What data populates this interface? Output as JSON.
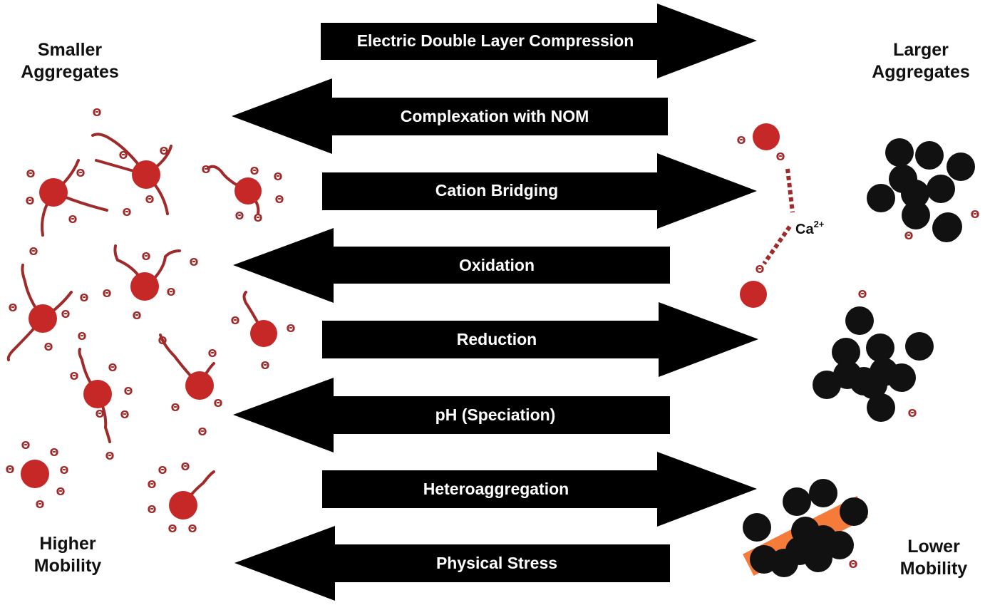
{
  "corners": {
    "top_left": [
      "Smaller",
      "Aggregates"
    ],
    "top_right": [
      "Larger",
      "Aggregates"
    ],
    "bottom_left": [
      "Higher",
      "Mobility"
    ],
    "bottom_right": [
      "Lower",
      "Mobility"
    ]
  },
  "processes": [
    {
      "label": "Electric Double Layer Compression",
      "direction": "right"
    },
    {
      "label": "Complexation with NOM",
      "direction": "left"
    },
    {
      "label": "Cation Bridging",
      "direction": "right"
    },
    {
      "label": "Oxidation",
      "direction": "left"
    },
    {
      "label": "Reduction",
      "direction": "right"
    },
    {
      "label": "pH (Speciation)",
      "direction": "left"
    },
    {
      "label": "Heteroaggregation",
      "direction": "right"
    },
    {
      "label": "Physical Stress",
      "direction": "left"
    }
  ],
  "symbols": {
    "negative_charge": "Θ",
    "cation": "Ca",
    "cation_charge": "2+"
  },
  "colors": {
    "arrow": "#000000",
    "arrow_text": "#ffffff",
    "nanoparticle": "#c62828",
    "nom_strand": "#9e2a2a",
    "aggregate": "#111111",
    "clay_platelet": "#f47b3a"
  }
}
